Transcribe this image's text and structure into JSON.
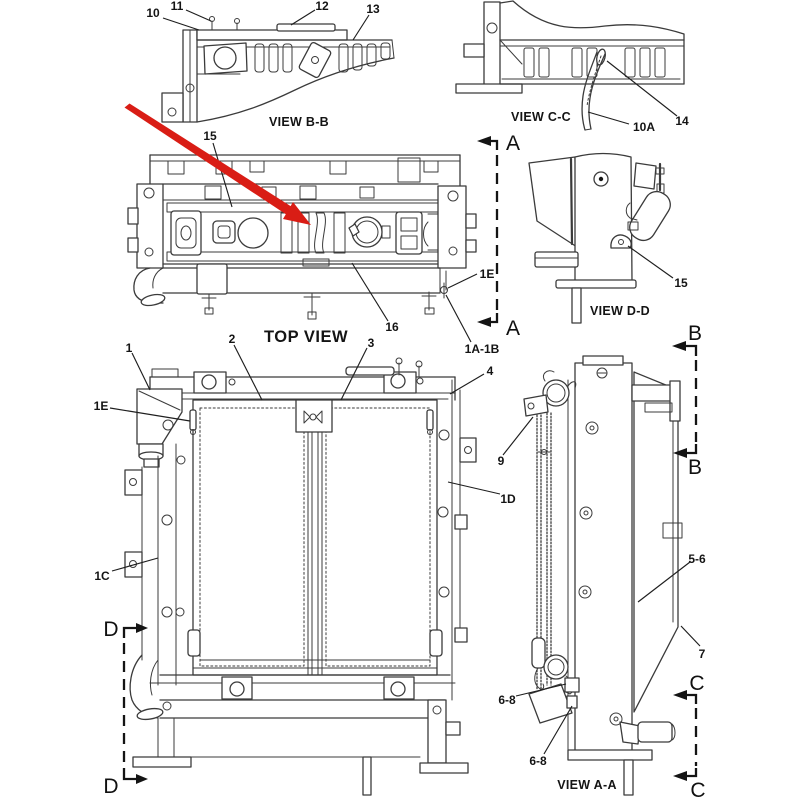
{
  "palette": {
    "line_color": "#3b3b3b",
    "background": "#ffffff",
    "highlight_arrow_color": "#d91d15"
  },
  "view_labels": {
    "view_bb": "VIEW B-B",
    "view_cc": "VIEW C-C",
    "top_view": "TOP VIEW",
    "view_dd": "VIEW D-D",
    "view_aa": "VIEW A-A"
  },
  "section_markers": {
    "a_top": "A",
    "a_bottom": "A",
    "b_top": "B",
    "b_bottom": "B",
    "c_top": "C",
    "c_bottom": "C",
    "d_top": "D",
    "d_bottom": "D"
  },
  "callouts": {
    "view_bb": {
      "c10": "10",
      "c11": "11",
      "c12": "12",
      "c13": "13"
    },
    "view_cc": {
      "c10a": "10A",
      "c14": "14"
    },
    "top_view": {
      "c15": "15",
      "c16": "16",
      "c1e": "1E",
      "c1a1b": "1A-1B"
    },
    "view_dd": {
      "c15": "15"
    },
    "front_view": {
      "c1": "1",
      "c2": "2",
      "c3": "3",
      "c4": "4",
      "c1e": "1E",
      "c1c": "1C",
      "c1d": "1D"
    },
    "view_aa": {
      "c9": "9",
      "c56": "5-6",
      "c7": "7",
      "c68_upper": "6-8",
      "c68_lower": "6-8"
    }
  }
}
